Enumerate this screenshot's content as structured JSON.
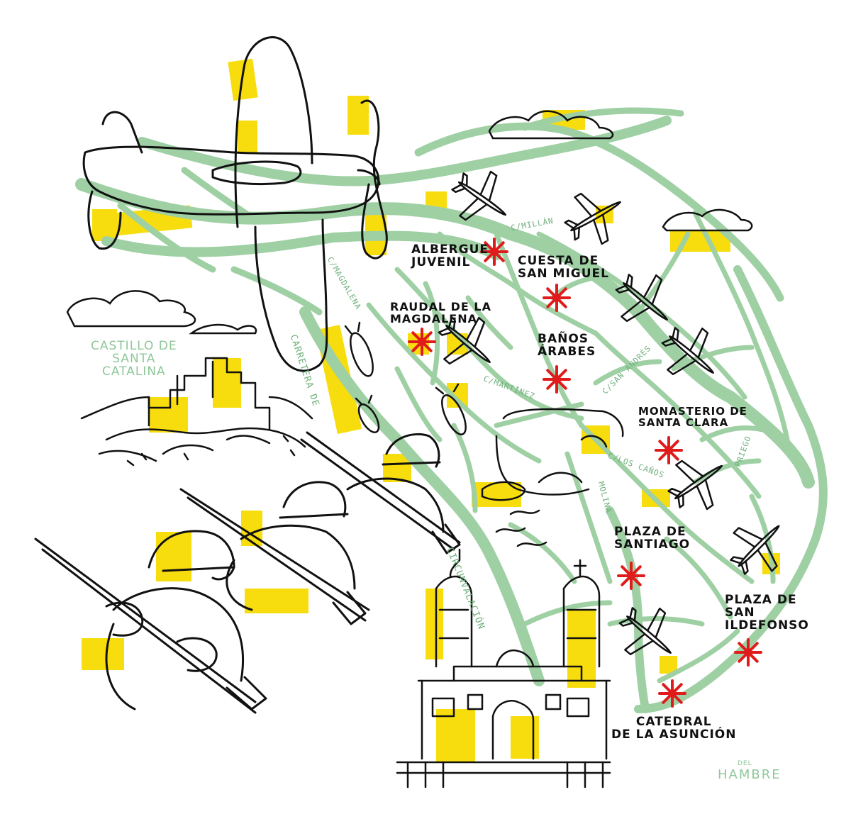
{
  "colors": {
    "street_green": "#9fd0a4",
    "highlight_yellow": "#f7dc00",
    "marker_red": "#e01b1b",
    "ink": "#111111"
  },
  "places": [
    {
      "id": "albergue",
      "label": "ALBERGUE\nJUVENIL"
    },
    {
      "id": "cuesta",
      "label": "CUESTA DE\nSAN MIGUEL"
    },
    {
      "id": "raudal",
      "label": "RAUDAL DE LA\nMAGDALENA"
    },
    {
      "id": "banos",
      "label": "BAÑOS\nÁRABES"
    },
    {
      "id": "monasterio",
      "label": "MONASTERIO DE\nSANTA CLARA"
    },
    {
      "id": "santiago",
      "label": "PLAZA DE\nSANTIAGO"
    },
    {
      "id": "ildefonso",
      "label": "PLAZA DE\nSAN\nILDEFONSO"
    },
    {
      "id": "catedral",
      "label": "CATEDRAL\nDE LA ASUNCIÓN"
    }
  ],
  "castle_label": "CASTILLO DE\nSANTA\nCATALINA",
  "streets": {
    "cimillan": "C/MILLÁN",
    "cimagdalena": "C/MAGDALENA",
    "cimartinez": "C/MARTÍNEZ",
    "sanandres": "C/SAN ANDRÉS",
    "loscanos": "C/LOS CAÑOS",
    "priego": "PRIEGO",
    "molina": "MOLINA",
    "carretera": "CARRETERA DE",
    "circunvalacion": "CIRCUNVALACIÓN"
  },
  "signature": {
    "top": "DEL",
    "main": "HAMBRE"
  }
}
